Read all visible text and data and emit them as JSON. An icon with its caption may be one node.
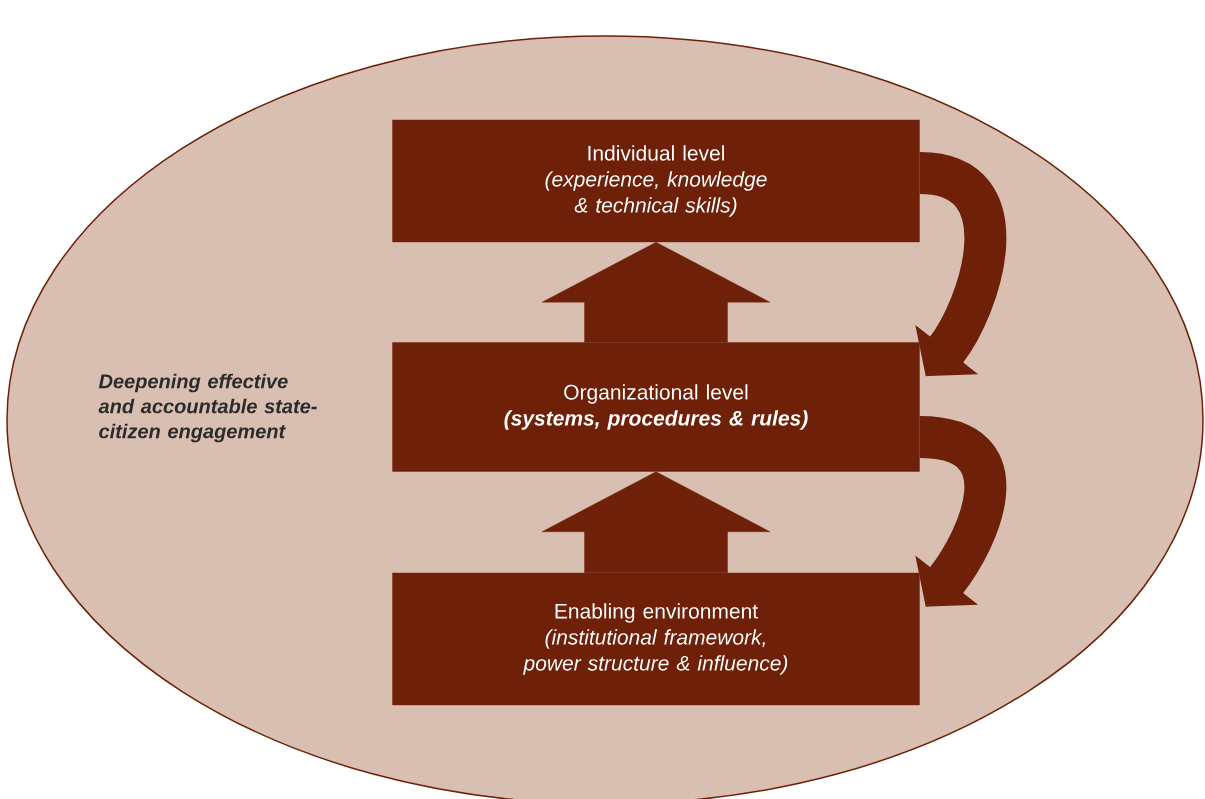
{
  "diagram": {
    "nodes": [
      {
        "text": [
          "Deepening effective and accountable state-citizen engagement"
        ]
      },
      {
        "text": [
          "Individual level",
          "(experience, knowledge & technical skills)"
        ],
        "in": 0
      },
      {
        "text": [
          "Organizational level",
          "(systems, procedures & rules)"
        ],
        "in": 0
      },
      {
        "text": [
          "Enabling environment",
          "(institutional framework, power structure & influence)"
        ],
        "in": 0
      }
    ],
    "edges": [
      {
        "from": 3,
        "to": 2,
        "arrow": "to",
        "style": "thick"
      },
      {
        "from": 2,
        "to": 1,
        "arrow": "to",
        "style": "thick"
      },
      {
        "from": 1,
        "to": 2,
        "arrow": "to"
      },
      {
        "from": 2,
        "to": 3,
        "arrow": "to"
      }
    ]
  }
}
